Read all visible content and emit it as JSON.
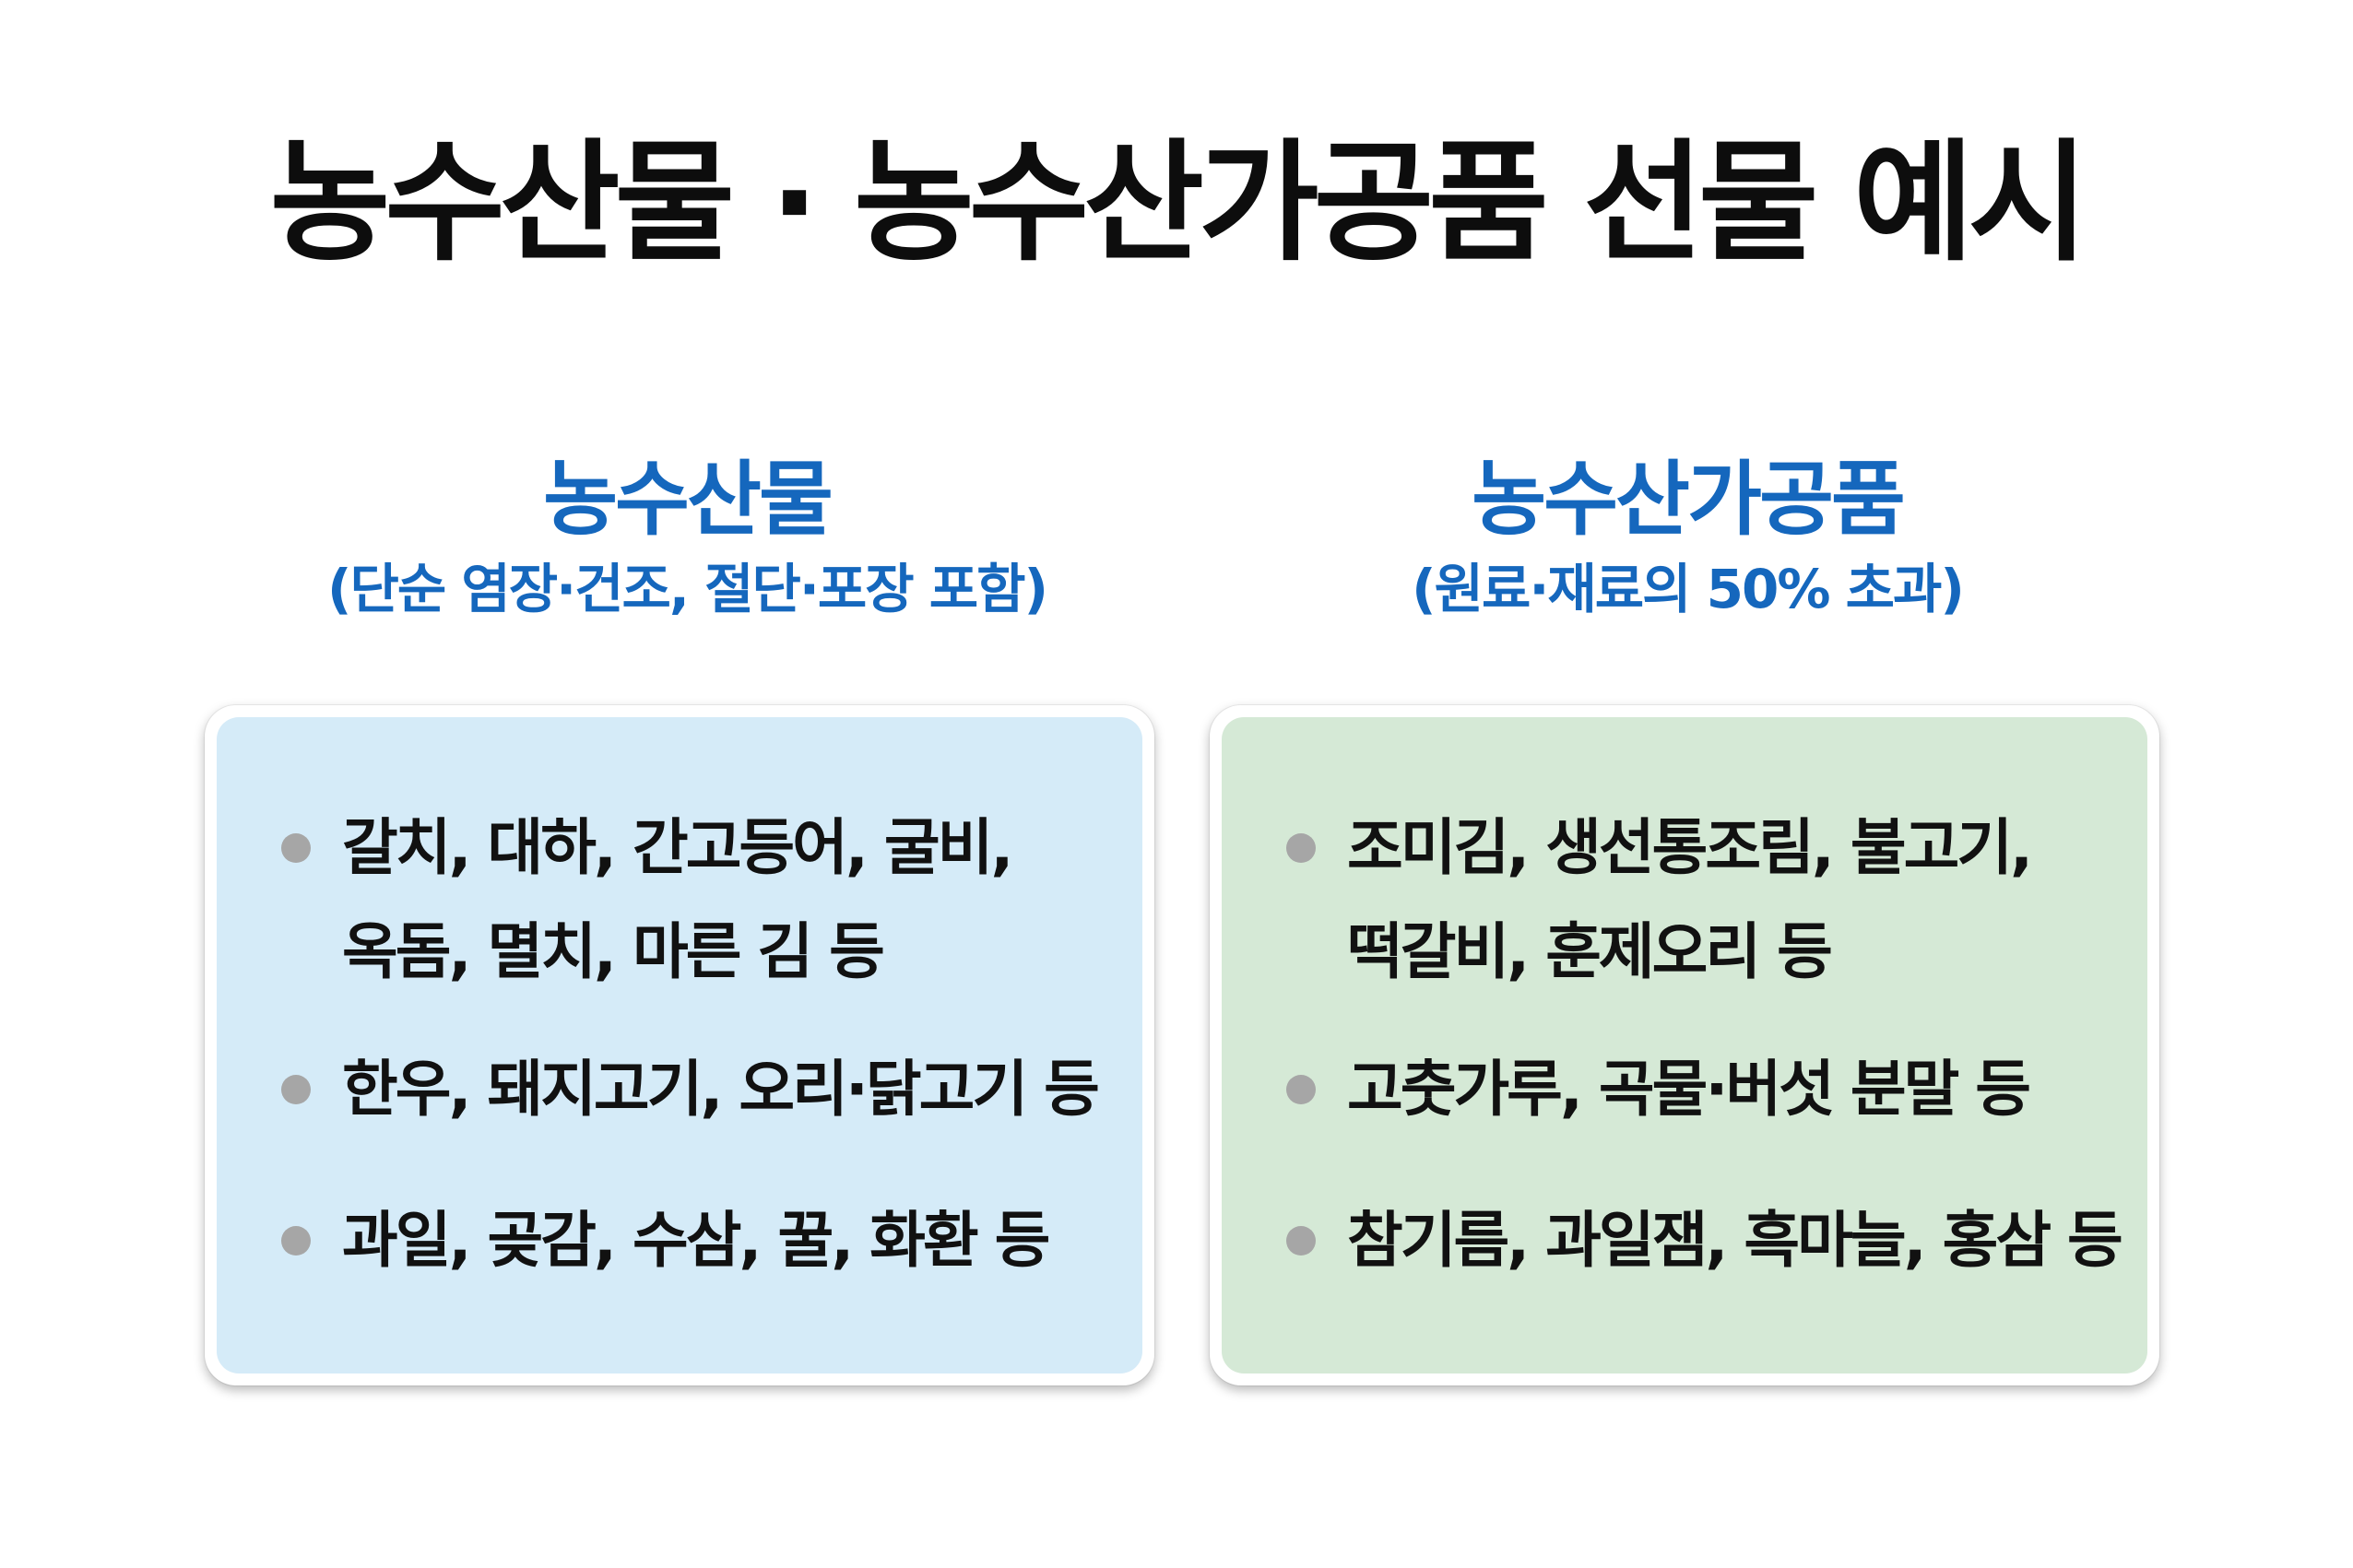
{
  "title": "농수산물 · 농수산가공품 선물 예시",
  "left": {
    "heading": "농수산물",
    "subheading": "(단순 염장·건조, 절단·포장 포함)",
    "items": [
      {
        "lines": [
          "갈치, 대하, 간고등어, 굴비,",
          "옥돔, 멸치, 마른 김 등"
        ]
      },
      {
        "lines": [
          "한우, 돼지고기, 오리·닭고기 등"
        ]
      },
      {
        "lines": [
          "과일, 곶감, 수삼, 꿀, 화환 등"
        ]
      }
    ],
    "panel_color": "#d5ebf8"
  },
  "right": {
    "heading": "농수산가공품",
    "subheading": "(원료·재료의 50% 초과)",
    "items": [
      {
        "lines": [
          "조미김, 생선통조림, 불고기,",
          "떡갈비, 훈제오리 등"
        ]
      },
      {
        "lines": [
          "고춧가루, 곡물·버섯 분말 등"
        ]
      },
      {
        "lines": [
          "참기름, 과일잼, 흑마늘, 홍삼 등"
        ]
      }
    ],
    "panel_color": "#d5e9d6"
  },
  "colors": {
    "heading": "#1567bd",
    "title": "#0d0d0d",
    "bullet": "#a6a6a6"
  }
}
